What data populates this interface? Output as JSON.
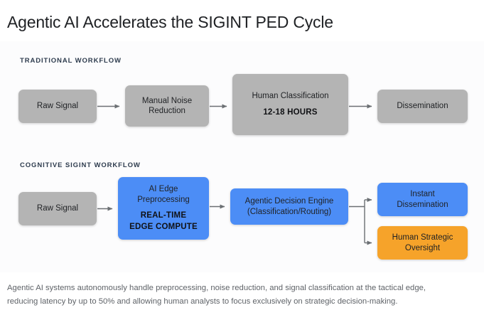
{
  "page": {
    "title": "Agentic AI Accelerates the SIGINT PED Cycle",
    "background_color": "#ffffff"
  },
  "colors": {
    "grey_node": "#b4b4b4",
    "blue_node": "#4c8df6",
    "orange_node": "#f6a32a",
    "connector": "#6b6f73",
    "title_text": "#1f2124",
    "section_label_text": "#2e3c4e",
    "footer_text": "#5f6368"
  },
  "sections": {
    "traditional": {
      "label": "TRADITIONAL WORKFLOW",
      "nodes": [
        {
          "id": "raw-signal-1",
          "line1": "Raw Signal",
          "line2": "",
          "color": "grey"
        },
        {
          "id": "manual-noise",
          "line1": "Manual Noise\nReduction",
          "line2": "",
          "color": "grey"
        },
        {
          "id": "human-class",
          "line1": "Human Classification",
          "line2": "12-18 HOURS",
          "color": "grey"
        },
        {
          "id": "dissemination",
          "line1": "Dissemination",
          "line2": "",
          "color": "grey"
        }
      ],
      "node_text": {
        "raw_signal": "Raw Signal",
        "manual_noise_l1": "Manual Noise",
        "manual_noise_l2": "Reduction",
        "human_classification": "Human Classification",
        "human_classification_emphasis": "12-18 HOURS",
        "dissemination": "Dissemination"
      }
    },
    "cognitive": {
      "label": "COGNITIVE SIGINT WORKFLOW",
      "node_text": {
        "raw_signal": "Raw Signal",
        "ai_edge_l1": "AI Edge",
        "ai_edge_l2": "Preprocessing",
        "ai_edge_emphasis_l1": "REAL-TIME",
        "ai_edge_emphasis_l2": "EDGE COMPUTE",
        "agentic_engine_l1": "Agentic Decision Engine",
        "agentic_engine_l2": "(Classification/Routing)",
        "instant_dissemination_l1": "Instant",
        "instant_dissemination_l2": "Dissemination",
        "human_oversight_l1": "Human Strategic",
        "human_oversight_l2": "Oversight"
      }
    }
  },
  "footer": {
    "line1": "Agentic AI systems autonomously handle preprocessing, noise reduction, and signal classification at the tactical edge,",
    "line2": "reducing latency by up to 50% and allowing human analysts to focus exclusively on strategic decision-making."
  }
}
